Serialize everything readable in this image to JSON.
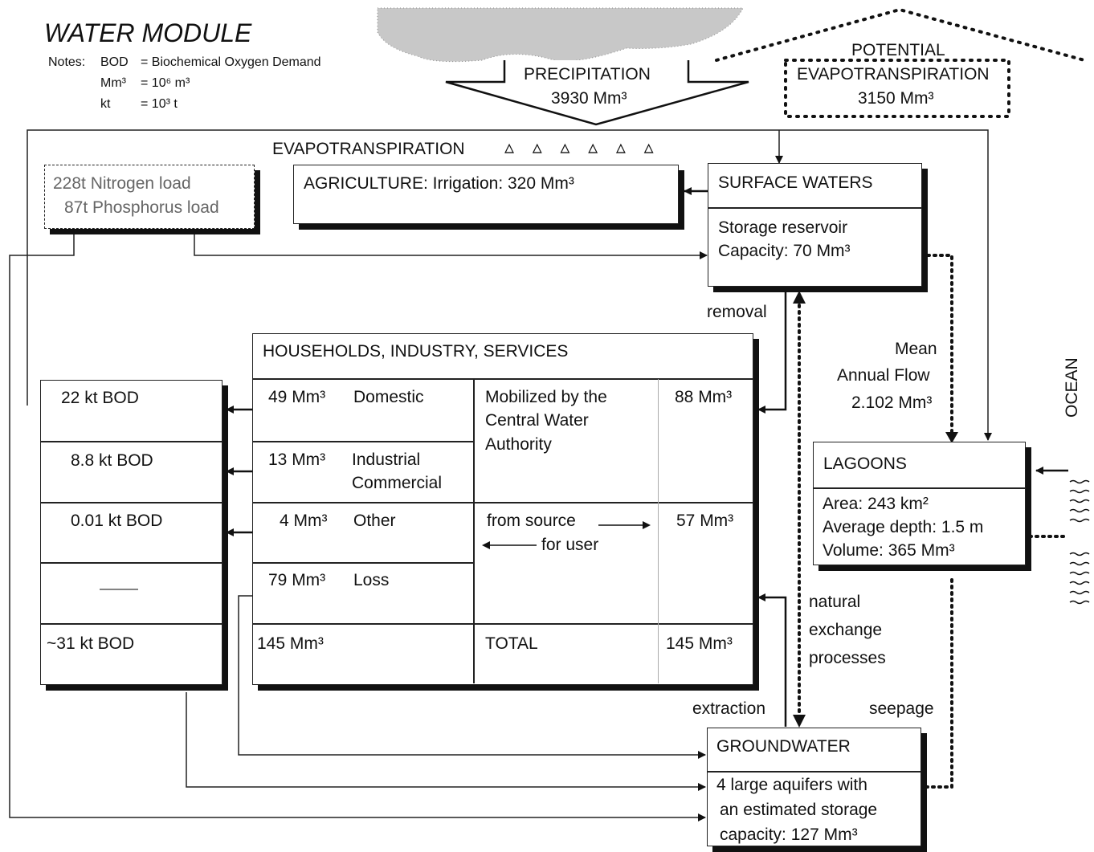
{
  "title": "WATER MODULE",
  "notes": {
    "label": "Notes:",
    "line1_key": "BOD",
    "line1_val": "= Biochemical Oxygen Demand",
    "line2_key": "Mm³",
    "line2_val": "= 10⁶ m³",
    "line3_key": "kt",
    "line3_val": "= 10³ t"
  },
  "precipitation": {
    "label": "PRECIPITATION",
    "value": "3930 Mm³"
  },
  "potential_evapotranspiration": {
    "line1": "POTENTIAL",
    "line2": "EVAPOTRANSPIRATION",
    "value": "3150 Mm³"
  },
  "evapotranspiration": {
    "label": "EVAPOTRANSPIRATION",
    "marks": "▵ ▵ ▵ ▵ ▵ ▵"
  },
  "loads": {
    "nitrogen": "228t Nitrogen load",
    "phosphorus": "87t Phosphorus load"
  },
  "agriculture": {
    "label": "AGRICULTURE: Irrigation: 320 Mm³"
  },
  "surface_waters": {
    "title": "SURFACE WATERS",
    "line1": "Storage reservoir",
    "line2": "Capacity:  70 Mm³"
  },
  "removal_label": "removal",
  "households": {
    "title": "HOUSEHOLDS, INDUSTRY, SERVICES",
    "rows": [
      {
        "vol": "49 Mm³",
        "name": "Domestic",
        "bod": "22 kt BOD"
      },
      {
        "vol": "13 Mm³",
        "name": "Industrial",
        "name2": "Commercial",
        "bod": "8.8 kt BOD"
      },
      {
        "vol": "4 Mm³",
        "name": "Other",
        "bod": "0.01 kt BOD"
      },
      {
        "vol": "79 Mm³",
        "name": "Loss",
        "bod": "———"
      }
    ],
    "total_vol": "145 Mm³",
    "total_label": "TOTAL",
    "total_right": "145 Mm³",
    "total_bod": "~31 kt BOD",
    "mobilized": [
      "Mobilized by the",
      "Central Water",
      "Authority"
    ],
    "right_top": "88 Mm³",
    "right_mid": "57 Mm³",
    "from_source": "from source",
    "for_user": "for user"
  },
  "mean_flow": {
    "line1": "Mean",
    "line2": "Annual Flow",
    "line3": "2.102 Mm³"
  },
  "ocean_label": "OCEAN",
  "lagoons": {
    "title": "LAGOONS",
    "area": "Area:  243 km²",
    "depth": "Average depth:  1.5 m",
    "volume": "Volume:  365 Mm³"
  },
  "natural_exchange": [
    "natural",
    "exchange",
    "processes"
  ],
  "extraction_label": "extraction",
  "seepage_label": "seepage",
  "groundwater": {
    "title": "GROUNDWATER",
    "line1": "4 large aquifers with",
    "line2": "an estimated storage",
    "line3": "capacity:  127 Mm³"
  }
}
